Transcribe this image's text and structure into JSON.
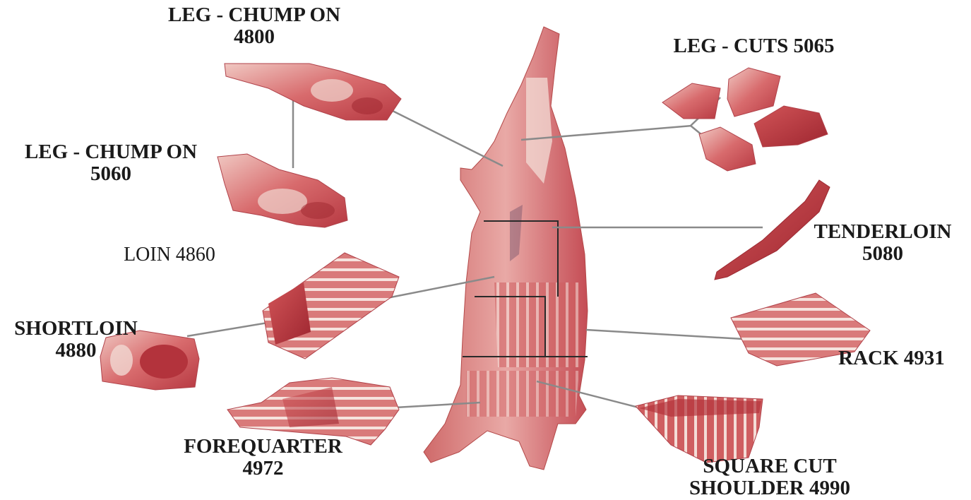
{
  "labels": {
    "leg_chump_on_4800": [
      "LEG - CHUMP  ON",
      "4800"
    ],
    "leg_chump_on_5060": [
      "LEG - CHUMP  ON",
      "5060"
    ],
    "loin": "LOIN 4860",
    "shortloin": [
      "SHORTLOIN",
      "4880"
    ],
    "forequarter": [
      "FOREQUARTER",
      "4972"
    ],
    "leg_cuts": "LEG - CUTS 5065",
    "tenderloin": [
      "TENDERLOIN",
      "5080"
    ],
    "rack": "RACK 4931",
    "square_cut_shoulder": [
      "SQUARE CUT",
      "SHOULDER 4990"
    ]
  },
  "colors": {
    "meat_light": "#e8a8a4",
    "meat_mid": "#cc5a5c",
    "meat_dark": "#a32b33",
    "fat": "#f3dcd6",
    "leader_line": "#8a8a8a",
    "text": "#1a1a1a"
  }
}
